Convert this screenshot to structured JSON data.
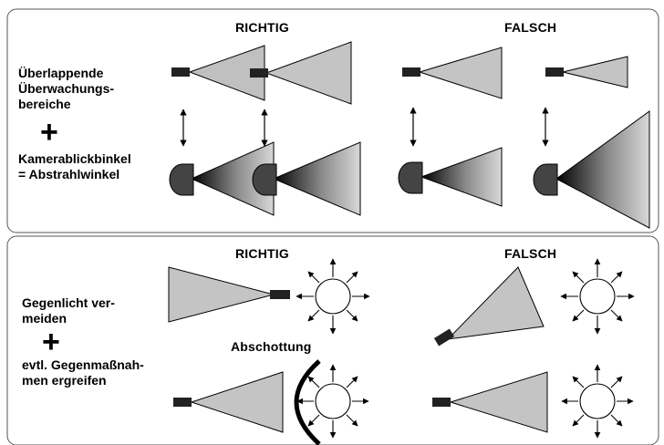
{
  "panel_top": {
    "header_right": "RICHTIG",
    "header_wrong": "FALSCH",
    "label_1": "Überlappende\nÜberwachungs-\nbereiche",
    "plus": "+",
    "label_2": "Kamerablickbinkel\n= Abstrahlwinkel"
  },
  "panel_bottom": {
    "header_right": "RICHTIG",
    "header_wrong": "FALSCH",
    "label_1": "Gegenlicht ver-\nmeiden",
    "plus": "+",
    "label_2": "evtl. Gegenmaßnah-\nmen ergreifen",
    "shield_label": "Abschottung"
  }
}
